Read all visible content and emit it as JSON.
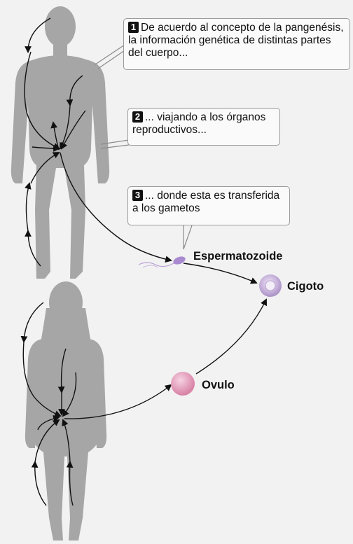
{
  "callouts": [
    {
      "number": "1",
      "text": "De acuerdo al concepto de la pangenésis, la información genética de distintas partes del cuerpo..."
    },
    {
      "number": "2",
      "text": "... viajando a los órganos reproductivos..."
    },
    {
      "number": "3",
      "text": "... donde esta es transferida a los gametos"
    }
  ],
  "labels": {
    "sperm": "Espermatozoide",
    "zygote": "Cigoto",
    "ovum": "Ovulo"
  },
  "colors": {
    "background": "#f2f2f2",
    "silhouette": "#a6a6a6",
    "arrow": "#111111",
    "ovum": "#e39ab8",
    "zygote": "#c9b4dc",
    "sperm": "#a98ad0"
  }
}
